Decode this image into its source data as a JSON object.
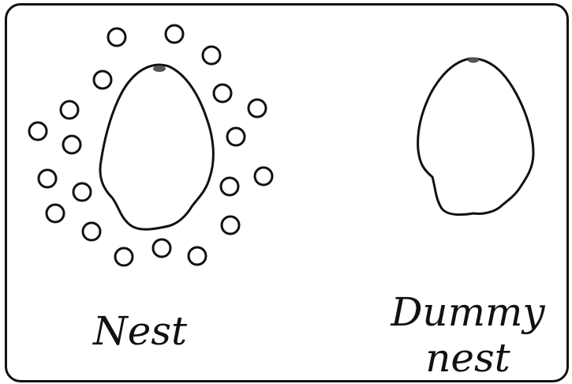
{
  "labels": {
    "nest": "Nest",
    "dummy_line1": "Dummy",
    "dummy_line2": "nest"
  },
  "colors": {
    "ink": "#111111",
    "egg_spot": "#555555",
    "background": "#ffffff"
  }
}
